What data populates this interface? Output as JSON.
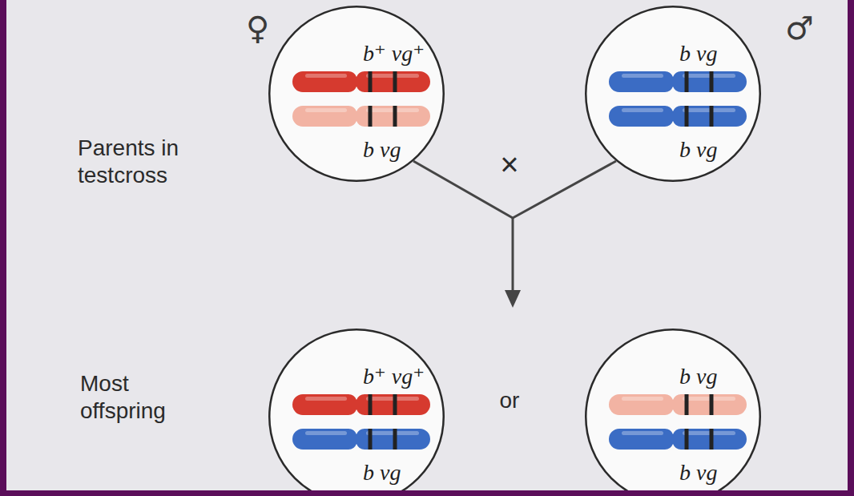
{
  "diagram": {
    "nodes": [
      {
        "text": [
          "♀",
          "b⁺ vg⁺",
          "b vg"
        ]
      },
      {
        "text": [
          "♂",
          "b vg",
          "b vg"
        ]
      },
      {
        "text": [
          "b⁺ vg⁺",
          "b vg"
        ]
      },
      {
        "text": [
          "b vg",
          "b vg"
        ]
      }
    ],
    "labels": [
      "Parents in testcross",
      "×",
      "Most offspring",
      "or"
    ]
  }
}
